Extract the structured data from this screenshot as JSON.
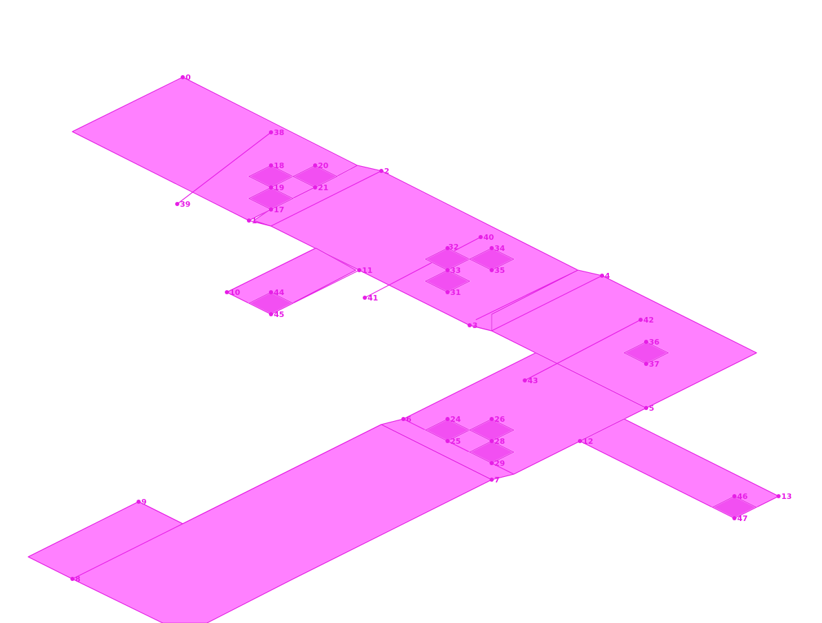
{
  "diagram": {
    "colors": {
      "fill": "#ff80ff",
      "stroke": "#e61ee6",
      "diamond_fill": "#f24ff2",
      "background": "#ffffff"
    },
    "vertex_labels": [
      "0",
      "1",
      "2",
      "3",
      "4",
      "5",
      "6",
      "7",
      "8",
      "9",
      "10",
      "11",
      "12",
      "13",
      "17",
      "18",
      "19",
      "20",
      "21",
      "24",
      "25",
      "26",
      "28",
      "29",
      "31",
      "32",
      "33",
      "34",
      "35",
      "36",
      "37",
      "38",
      "39",
      "40",
      "41",
      "42",
      "43",
      "44",
      "45",
      "46",
      "47"
    ]
  }
}
